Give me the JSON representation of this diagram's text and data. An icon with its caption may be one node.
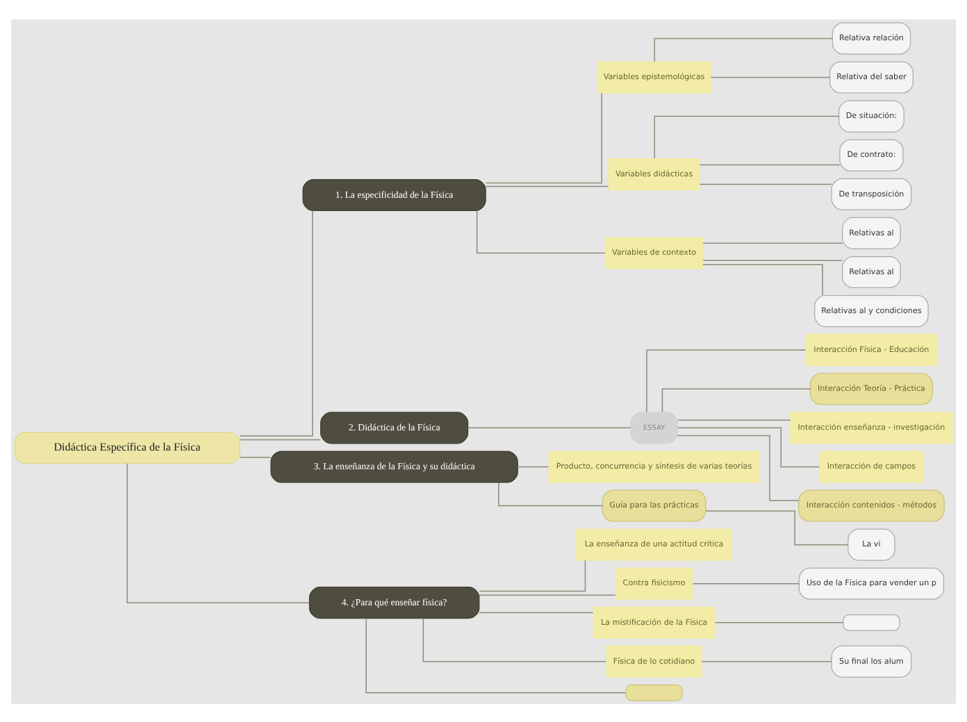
{
  "diagram": {
    "nodes": [
      {
        "text": [
          "Didáctica Específica de la Física"
        ]
      },
      {
        "text": [
          "1. La especificidad de la Física"
        ]
      },
      {
        "text": [
          "Variables epistemológicas"
        ]
      },
      {
        "text": [
          "Relativa relación"
        ]
      },
      {
        "text": [
          "Relativa del saber"
        ]
      },
      {
        "text": [
          "Variables didácticas"
        ]
      },
      {
        "text": [
          "De situación:"
        ]
      },
      {
        "text": [
          "De contrato:"
        ]
      },
      {
        "text": [
          "De transposición"
        ]
      },
      {
        "text": [
          "Variables de contexto"
        ]
      },
      {
        "text": [
          "Relativas al"
        ]
      },
      {
        "text": [
          "Relativas al"
        ]
      },
      {
        "text": [
          "Relativas al y condiciones"
        ]
      },
      {
        "text": [
          "2. Didáctica de la Física"
        ]
      },
      {
        "text": [
          "ESSAY"
        ]
      },
      {
        "text": [
          "Interacción Física - Educación"
        ]
      },
      {
        "text": [
          "Interacción Teoría - Práctica"
        ]
      },
      {
        "text": [
          "Interacción enseñanza - investigación"
        ]
      },
      {
        "text": [
          "Interacción de campos"
        ]
      },
      {
        "text": [
          "Interacción contenidos - métodos"
        ]
      },
      {
        "text": [
          "3. La enseñanza de la Física y su didáctica"
        ]
      },
      {
        "text": [
          "Producto, concurrencia y síntesis de varias teorías"
        ]
      },
      {
        "text": [
          "Guía para las prácticas"
        ]
      },
      {
        "text": [
          "La vi"
        ]
      },
      {
        "text": [
          "4. ¿Para qué enseñar física?"
        ]
      },
      {
        "text": [
          "La enseñanza de una actitud crítica"
        ]
      },
      {
        "text": [
          "Contra fisicismo"
        ]
      },
      {
        "text": [
          "Uso de la Física para vender un p"
        ]
      },
      {
        "text": [
          "La mistificación de la Física"
        ]
      },
      {
        "text": [],
        "shape": "box"
      },
      {
        "text": [
          "Física de lo cotidiano"
        ]
      },
      {
        "text": [
          "Su final los alum"
        ]
      },
      {
        "text": [],
        "shape": "box"
      }
    ],
    "edges": [
      {
        "from": 0,
        "to": 1,
        "arrow": "none"
      },
      {
        "from": 1,
        "to": 2,
        "arrow": "none"
      },
      {
        "from": 2,
        "to": 3,
        "arrow": "none"
      },
      {
        "from": 2,
        "to": 4,
        "arrow": "none"
      },
      {
        "from": 1,
        "to": 5,
        "arrow": "none"
      },
      {
        "from": 5,
        "to": 6,
        "arrow": "none"
      },
      {
        "from": 5,
        "to": 7,
        "arrow": "none"
      },
      {
        "from": 5,
        "to": 8,
        "arrow": "none"
      },
      {
        "from": 1,
        "to": 9,
        "arrow": "none"
      },
      {
        "from": 9,
        "to": 10,
        "arrow": "none"
      },
      {
        "from": 9,
        "to": 11,
        "arrow": "none"
      },
      {
        "from": 9,
        "to": 12,
        "arrow": "none"
      },
      {
        "from": 0,
        "to": 13,
        "arrow": "none"
      },
      {
        "from": 13,
        "to": 14,
        "arrow": "none"
      },
      {
        "from": 14,
        "to": 15,
        "arrow": "none"
      },
      {
        "from": 14,
        "to": 16,
        "arrow": "none"
      },
      {
        "from": 14,
        "to": 17,
        "arrow": "none"
      },
      {
        "from": 14,
        "to": 18,
        "arrow": "none"
      },
      {
        "from": 14,
        "to": 19,
        "arrow": "none"
      },
      {
        "from": 0,
        "to": 20,
        "arrow": "none"
      },
      {
        "from": 20,
        "to": 21,
        "arrow": "none"
      },
      {
        "from": 20,
        "to": 22,
        "arrow": "none"
      },
      {
        "from": 22,
        "to": 23,
        "arrow": "none"
      },
      {
        "from": 0,
        "to": 24,
        "arrow": "none"
      },
      {
        "from": 24,
        "to": 25,
        "arrow": "none"
      },
      {
        "from": 24,
        "to": 26,
        "arrow": "none"
      },
      {
        "from": 26,
        "to": 27,
        "arrow": "none"
      },
      {
        "from": 24,
        "to": 28,
        "arrow": "none"
      },
      {
        "from": 28,
        "to": 29,
        "arrow": "none"
      },
      {
        "from": 24,
        "to": 30,
        "arrow": "none"
      },
      {
        "from": 30,
        "to": 31,
        "arrow": "none"
      },
      {
        "from": 24,
        "to": 32,
        "arrow": "none"
      }
    ]
  }
}
